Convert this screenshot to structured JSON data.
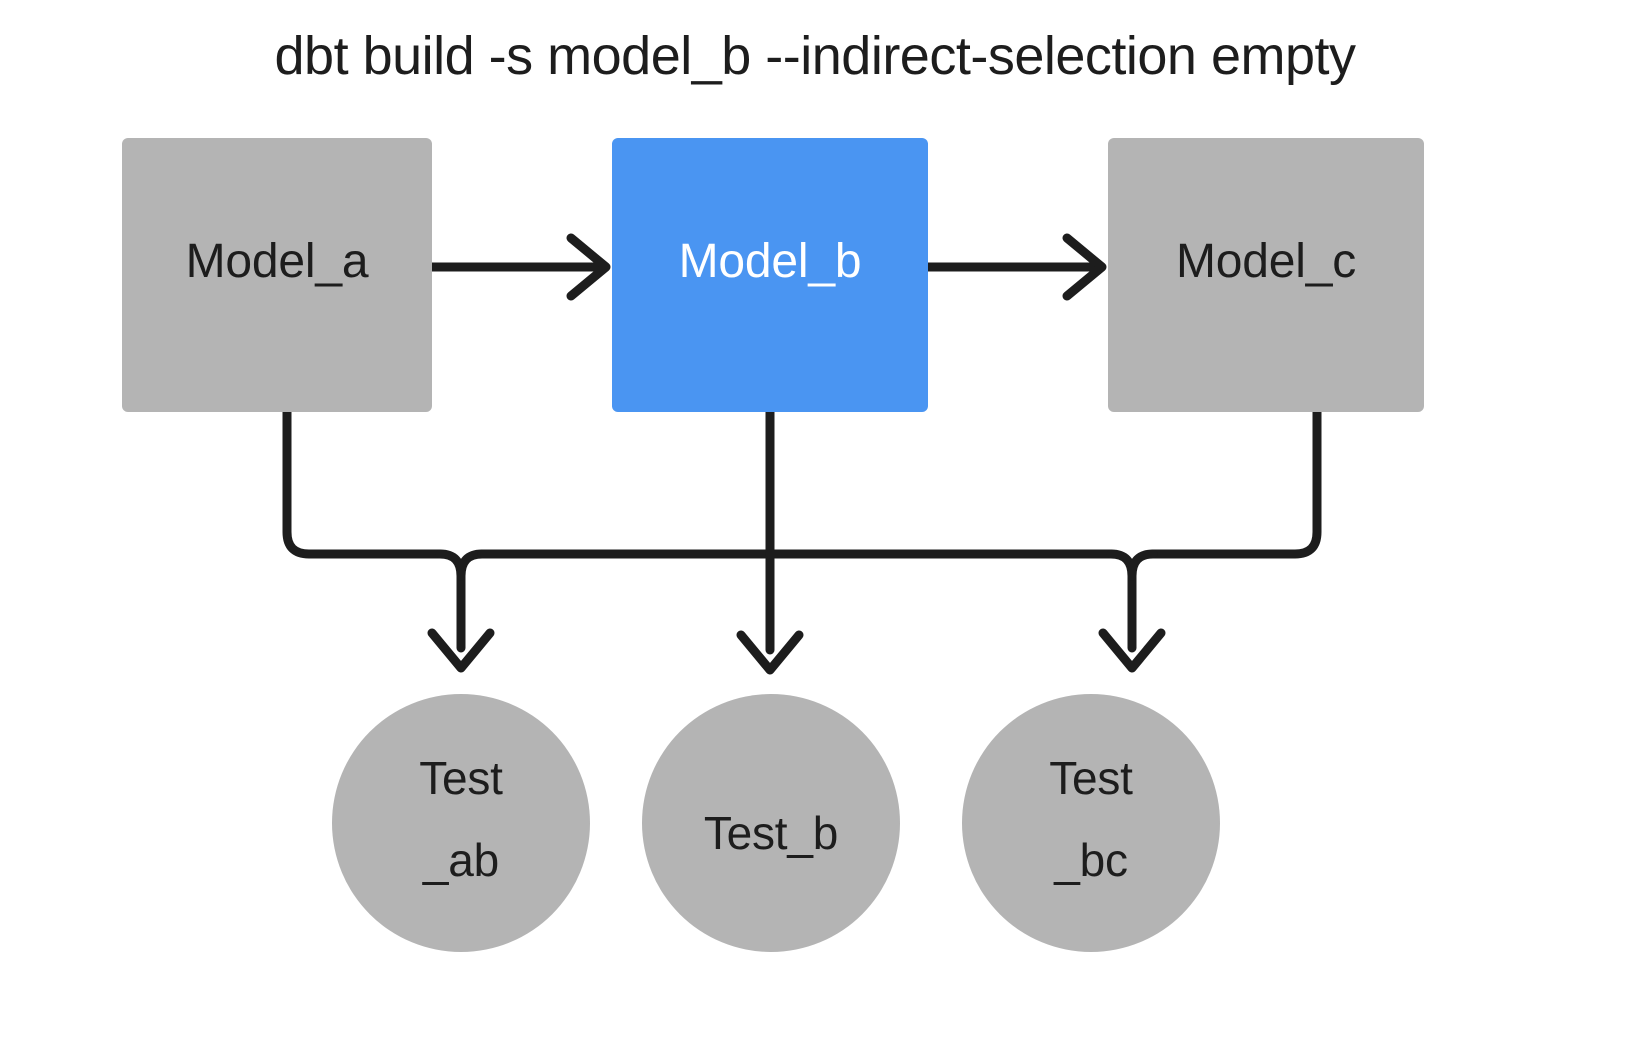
{
  "diagram": {
    "title": "dbt build -s model_b --indirect-selection empty",
    "colors": {
      "background": "#ffffff",
      "node_gray": "#b4b4b4",
      "node_selected_blue": "#4a95f2",
      "edge_black": "#1d1d1d",
      "text_dark": "#1d1d1d",
      "text_light": "#ffffff"
    },
    "models": [
      {
        "id": "model_a",
        "label": "Model_a",
        "shape": "rectangle",
        "fill": "#b4b4b4",
        "text_color": "#1d1d1d",
        "selected": false
      },
      {
        "id": "model_b",
        "label": "Model_b",
        "shape": "rectangle",
        "fill": "#4a95f2",
        "text_color": "#ffffff",
        "selected": true
      },
      {
        "id": "model_c",
        "label": "Model_c",
        "shape": "rectangle",
        "fill": "#b4b4b4",
        "text_color": "#1d1d1d",
        "selected": false
      }
    ],
    "tests": [
      {
        "id": "test_ab",
        "label": "Test\n_ab",
        "shape": "circle",
        "fill": "#b4b4b4",
        "text_color": "#1d1d1d",
        "selected": false
      },
      {
        "id": "test_b",
        "label": "Test_b",
        "shape": "circle",
        "fill": "#b4b4b4",
        "text_color": "#1d1d1d",
        "selected": false
      },
      {
        "id": "test_bc",
        "label": "Test\n_bc",
        "shape": "circle",
        "fill": "#b4b4b4",
        "text_color": "#1d1d1d",
        "selected": false
      }
    ],
    "edges": [
      {
        "id": "edge-model-a-to-model-b",
        "from": "model_a",
        "to": "model_b",
        "style": "straight-horizontal",
        "arrow": true
      },
      {
        "id": "edge-model-b-to-model-c",
        "from": "model_b",
        "to": "model_c",
        "style": "straight-horizontal",
        "arrow": true
      },
      {
        "id": "edge-model-a-to-test-ab",
        "from": "model_a",
        "to": "test_ab",
        "style": "elbow",
        "arrow": true
      },
      {
        "id": "edge-model-b-to-test-ab",
        "from": "model_b",
        "to": "test_ab",
        "style": "elbow",
        "arrow": true
      },
      {
        "id": "edge-model-b-to-test-b",
        "from": "model_b",
        "to": "test_b",
        "style": "straight-vertical",
        "arrow": true
      },
      {
        "id": "edge-model-b-to-test-bc",
        "from": "model_b",
        "to": "test_bc",
        "style": "elbow",
        "arrow": true
      },
      {
        "id": "edge-model-c-to-test-bc",
        "from": "model_c",
        "to": "test_bc",
        "style": "elbow",
        "arrow": true
      }
    ]
  }
}
